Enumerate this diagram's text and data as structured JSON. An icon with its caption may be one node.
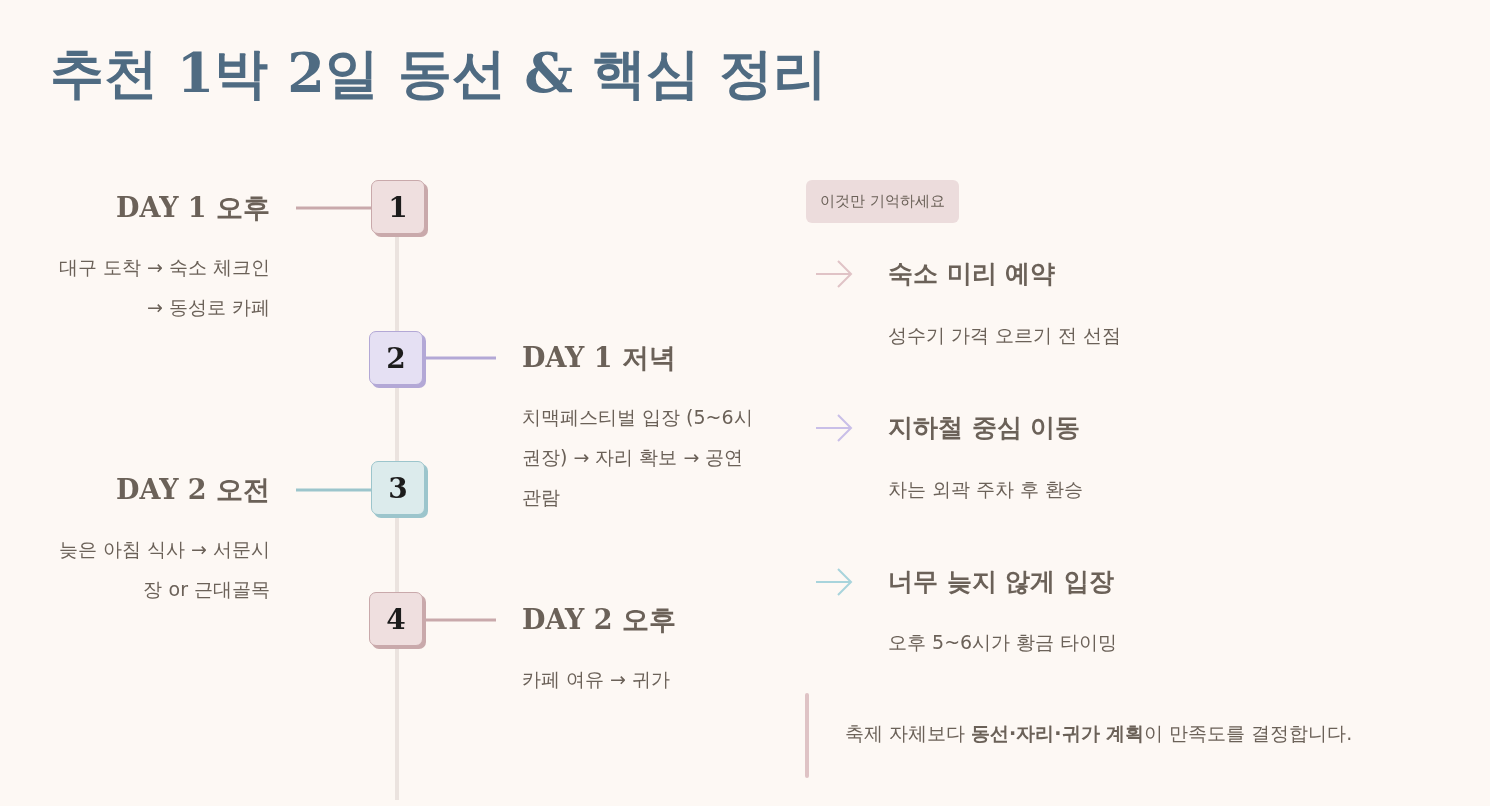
{
  "diagram": {
    "title": "추천 1박 2일 동선 & 핵심 정리",
    "nodes": [
      {
        "text": [
          "DAY 1 오후",
          "대구 도착 → 숙소 체크인 → 동성로 카페"
        ]
      },
      {
        "text": [
          "1"
        ]
      },
      {
        "text": [
          "2"
        ]
      },
      {
        "text": [
          "DAY 1 저녁",
          "치맥페스티벌 입장 (5~6시 권장) → 자리 확보 → 공연 관람"
        ]
      },
      {
        "text": [
          "DAY 2 오전",
          "늦은 아침 식사 → 서문시장 or 근대골목"
        ]
      },
      {
        "text": [
          "3"
        ]
      },
      {
        "text": [
          "4"
        ]
      },
      {
        "text": [
          "DAY 2 오후",
          "카페 여유 → 귀가"
        ]
      },
      {
        "text": [
          "이것만 기억하세요"
        ]
      }
    ],
    "edges": [
      {
        "from": 1,
        "to": 0,
        "arrow": "none",
        "color": "#c9a9ab"
      },
      {
        "from": 1,
        "to": 2,
        "arrow": "none"
      },
      {
        "from": 2,
        "to": 3,
        "arrow": "none",
        "color": "#b3a8d6"
      },
      {
        "from": 2,
        "to": 5,
        "arrow": "none"
      },
      {
        "from": 5,
        "to": 4,
        "arrow": "none",
        "color": "#9cc5cc"
      },
      {
        "from": 5,
        "to": 6,
        "arrow": "none"
      },
      {
        "from": 6,
        "to": 7,
        "arrow": "none",
        "color": "#c9a9ab"
      },
      {
        "from": 6,
        "to": null,
        "arrow": "none"
      }
    ],
    "labels": [
      "숙소 미리 예약",
      "성수기 가격 오르기 전 선점",
      "지하철 중심 이동",
      "차는 외곽 주차 후 환승",
      "너무 늦지 않게 입장",
      "오후 5~6시가 황금 타이밍",
      "축제 자체보다 **동선·자리·귀가 계획**이 만족도를 결정합니다."
    ]
  }
}
